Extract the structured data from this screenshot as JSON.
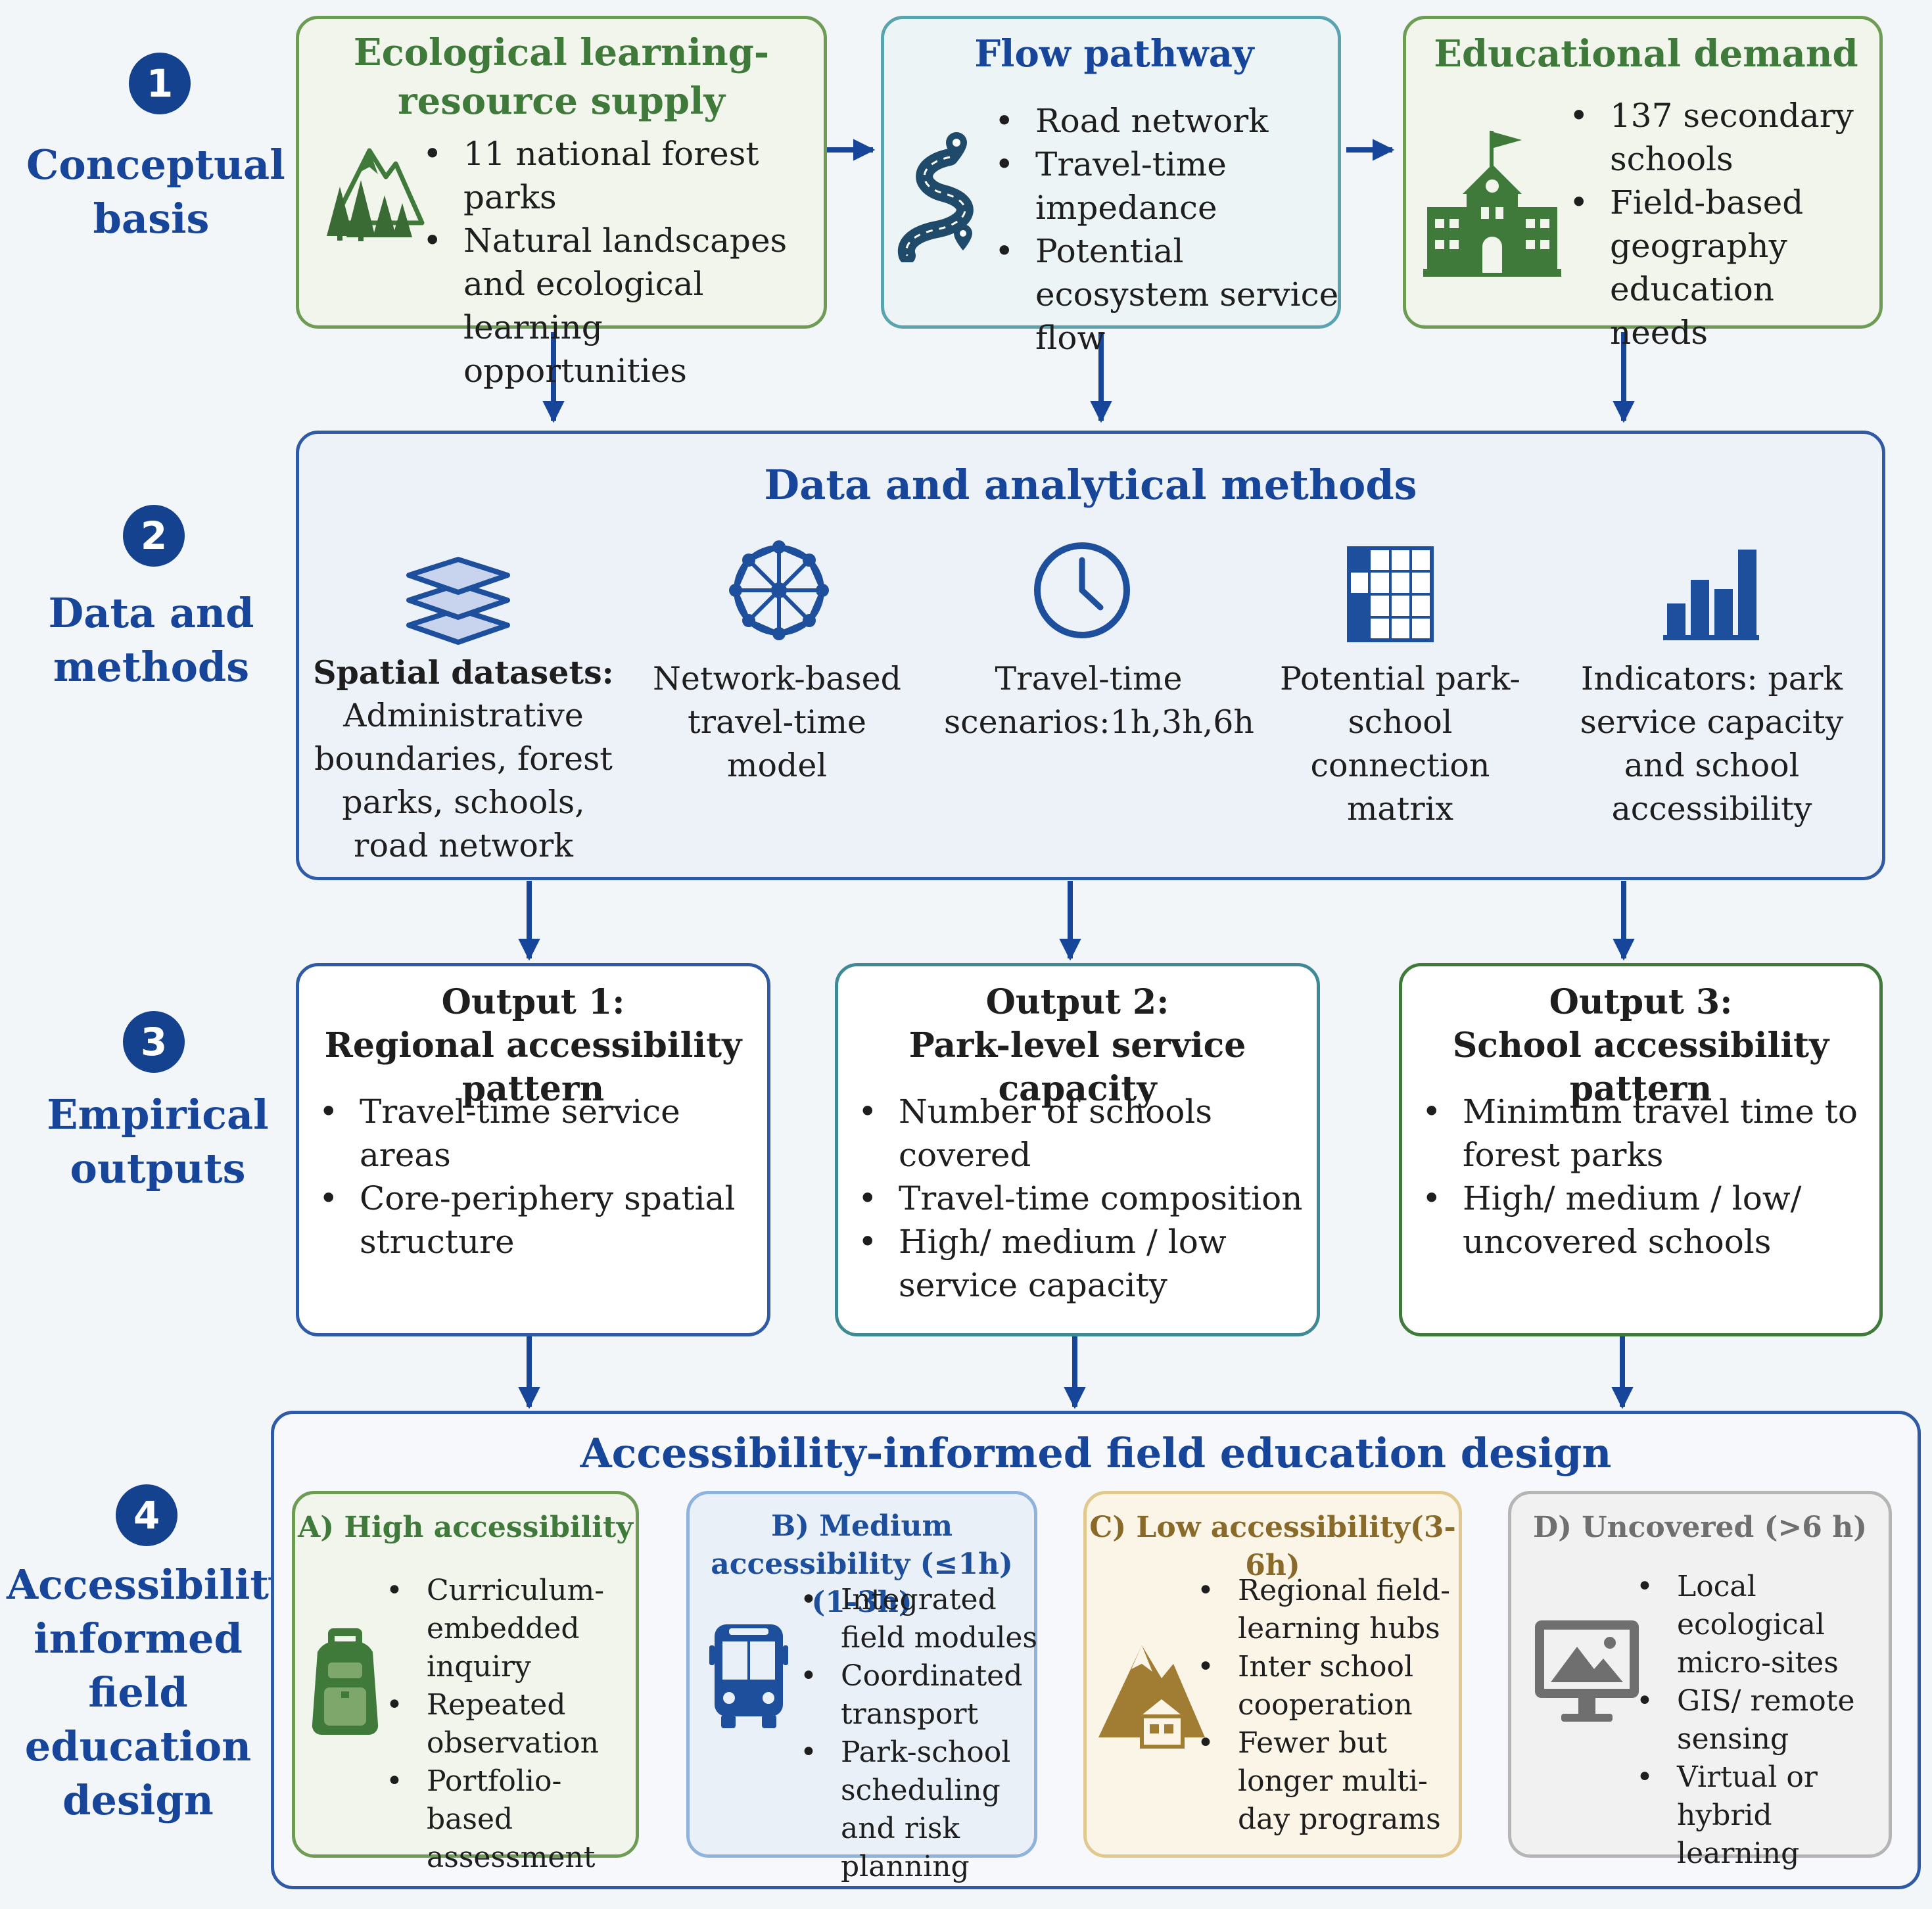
{
  "sections": [
    {
      "number": "1",
      "label": "Conceptual basis"
    },
    {
      "number": "2",
      "label": "Data and methods"
    },
    {
      "number": "3",
      "label": "Empirical outputs"
    },
    {
      "number": "4",
      "label": "Accessibility-informed field education design"
    }
  ],
  "conceptual": {
    "supply": {
      "title": "Ecological learning-resource supply",
      "items": [
        "11 national forest parks",
        "Natural landscapes and ecological learning opportunities"
      ],
      "icon": "mountain-forest-icon"
    },
    "flow": {
      "title": "Flow pathway",
      "items": [
        "Road network",
        "Travel-time impedance",
        "Potential ecosystem service flow"
      ],
      "icon": "winding-road-icon"
    },
    "demand": {
      "title": "Educational demand",
      "items": [
        "137 secondary schools",
        "Field-based geography education needs"
      ],
      "icon": "school-building-icon"
    }
  },
  "methods": {
    "title": "Data and analytical methods",
    "steps": [
      {
        "bold": "Spatial datasets:",
        "text": "Administrative boundaries, forest parks, schools, road network",
        "icon": "layers-icon"
      },
      {
        "bold": "",
        "text": "Network-based travel-time model",
        "icon": "network-icon"
      },
      {
        "bold": "",
        "text": "Travel-time scenarios:1h,3h,6h",
        "icon": "clock-icon"
      },
      {
        "bold": "",
        "text": "Potential park-school connection matrix",
        "icon": "matrix-grid-icon"
      },
      {
        "bold": "",
        "text": "Indicators: park service capacity and school accessibility",
        "icon": "bar-chart-icon"
      }
    ]
  },
  "outputs": [
    {
      "title": "Output 1:",
      "subtitle": "Regional accessibility pattern",
      "items": [
        "Travel-time service areas",
        "Core-periphery spatial structure"
      ]
    },
    {
      "title": "Output 2:",
      "subtitle": "Park-level service capacity",
      "items": [
        "Number of schools covered",
        "Travel-time composition",
        "High/ medium / low service capacity"
      ]
    },
    {
      "title": "Output 3:",
      "subtitle": "School accessibility pattern",
      "items": [
        "Minimum travel time to forest parks",
        "High/ medium / low/ uncovered schools"
      ]
    }
  ],
  "design": {
    "title": "Accessibility-informed field education design",
    "cards": [
      {
        "title": "A) High accessibility",
        "items": [
          "Curriculum-embedded inquiry",
          "Repeated observation",
          "Portfolio-based assessment"
        ],
        "icon": "backpack-icon",
        "color": "#3f7a3a"
      },
      {
        "title": "B) Medium accessibility (≤1h)(1-3h)",
        "items": [
          "Integrated field modules",
          "Coordinated transport",
          "Park-school scheduling and risk planning"
        ],
        "icon": "bus-icon",
        "color": "#1d4f9c"
      },
      {
        "title": "C) Low accessibility(3-6h)",
        "items": [
          "Regional field-learning hubs",
          "Inter school cooperation",
          "Fewer but longer multi-day programs"
        ],
        "icon": "mountain-lodge-icon",
        "color": "#8a6a28"
      },
      {
        "title": "D) Uncovered (>6 h)",
        "items": [
          "Local ecological micro-sites",
          "GIS/ remote sensing",
          "Virtual or hybrid learning"
        ],
        "icon": "computer-monitor-icon",
        "color": "#6f6f6f"
      }
    ]
  },
  "colors": {
    "navy": "#17459a",
    "green": "#3f7a3a",
    "teal": "#3e8a94",
    "gold": "#c9a75a",
    "gray": "#9a9a9a"
  }
}
